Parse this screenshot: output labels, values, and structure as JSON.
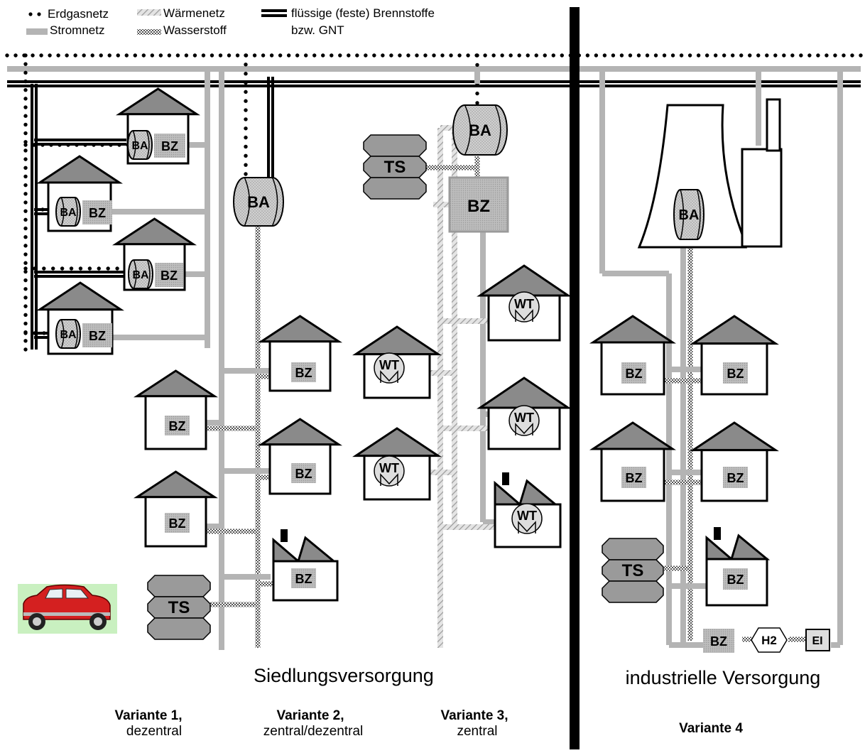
{
  "legend": {
    "gas": "Erdgasnetz",
    "power": "Stromnetz",
    "heat": "Wärmenetz",
    "hydrogen": "Wasserstoff",
    "fuel_line1": "flüssige (feste) Brennstoffe",
    "fuel_line2": "bzw. GNT"
  },
  "labels": {
    "ba": "BA",
    "bz": "BZ",
    "ts": "TS",
    "wt": "WT",
    "h2": "H2",
    "ei": "EI"
  },
  "sections": {
    "settlement": "Siedlungsversorgung",
    "industrial": "industrielle Versorgung"
  },
  "variants": [
    {
      "title": "Variante 1,",
      "subtitle": "dezentral"
    },
    {
      "title": "Variante 2,",
      "subtitle": "zentral/dezentral"
    },
    {
      "title": "Variante 3,",
      "subtitle": "zentral"
    },
    {
      "title": "Variante 4",
      "subtitle": ""
    }
  ],
  "colors": {
    "power": "#b4b4b4",
    "heat": "#c8c8c8",
    "hydrogen": "#7d7d7d",
    "roof": "#8a8a8a",
    "tank": "#9a9a9a",
    "car": "#d42020",
    "car_bg": "#c9f0c0"
  }
}
